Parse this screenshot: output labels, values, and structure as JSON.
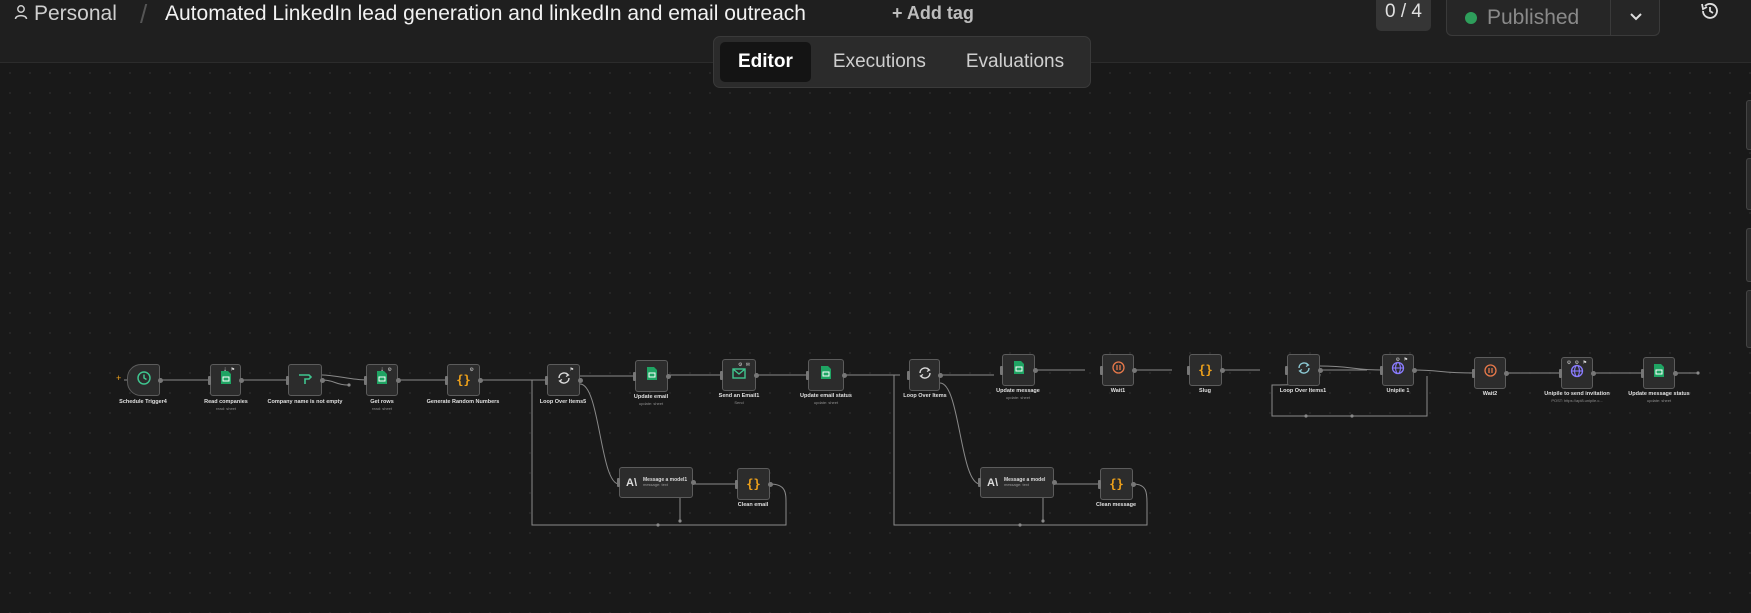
{
  "breadcrumb": {
    "project": "Personal",
    "separator": "/"
  },
  "workflow": {
    "title": "Automated LinkedIn lead generation and linkedIn and email outreach"
  },
  "header": {
    "add_tag": "+ Add tag",
    "counter": "0 / 4",
    "publish_label": "Published",
    "tabs": [
      {
        "label": "Editor",
        "active": true
      },
      {
        "label": "Executions",
        "active": false
      },
      {
        "label": "Evaluations",
        "active": false
      }
    ]
  },
  "colors": {
    "accent_green": "#2e9e5b",
    "sheets_green": "#1fa463",
    "code_orange": "#f0a21a",
    "wait_orange": "#e6784a",
    "http_purple": "#8a7cff",
    "trigger_teal": "#3fc58f"
  },
  "nodes": [
    {
      "id": "schedule",
      "name": "Schedule Trigger4",
      "subtitle": "",
      "icon": "clock-icon"
    },
    {
      "id": "read_companies",
      "name": "Read companies",
      "subtitle": "read: sheet",
      "icon": "sheets-icon"
    },
    {
      "id": "company_filter",
      "name": "Company name is not empty",
      "subtitle": "",
      "icon": "filter-icon"
    },
    {
      "id": "get_rows",
      "name": "Get rows",
      "subtitle": "read: sheet",
      "icon": "sheets-icon"
    },
    {
      "id": "gen_random",
      "name": "Generate Random Numbers",
      "subtitle": "",
      "icon": "code-icon"
    },
    {
      "id": "loop5",
      "name": "Loop Over Items5",
      "subtitle": "",
      "icon": "loop-icon"
    },
    {
      "id": "update_email",
      "name": "Update email",
      "subtitle": "update: sheet",
      "icon": "sheets-icon"
    },
    {
      "id": "send_email1",
      "name": "Send an Email1",
      "subtitle": "Send",
      "icon": "email-icon"
    },
    {
      "id": "update_email_status",
      "name": "Update email status",
      "subtitle": "update: sheet",
      "icon": "sheets-icon"
    },
    {
      "id": "loop_items",
      "name": "Loop Over Items",
      "subtitle": "",
      "icon": "loop-icon"
    },
    {
      "id": "update_message",
      "name": "Update message",
      "subtitle": "update: sheet",
      "icon": "sheets-icon"
    },
    {
      "id": "wait1",
      "name": "Wait1",
      "subtitle": "",
      "icon": "pause-icon"
    },
    {
      "id": "slug",
      "name": "Slug",
      "subtitle": "",
      "icon": "code-icon"
    },
    {
      "id": "loop1",
      "name": "Loop Over Items1",
      "subtitle": "",
      "icon": "loop-icon"
    },
    {
      "id": "unipile1",
      "name": "Unipile 1",
      "subtitle": "",
      "icon": "globe-icon"
    },
    {
      "id": "wait2",
      "name": "Wait2",
      "subtitle": "",
      "icon": "pause-icon"
    },
    {
      "id": "unipile_invite",
      "name": "Unipile to send invitation",
      "subtitle": "POST: https://api8.unipile.c...",
      "icon": "globe-icon"
    },
    {
      "id": "update_message_status",
      "name": "Update message status",
      "subtitle": "update: sheet",
      "icon": "sheets-icon"
    },
    {
      "id": "message_model1",
      "name": "Message a model1",
      "subtitle": "message: text",
      "icon": "anthropic-icon"
    },
    {
      "id": "clean_email",
      "name": "Clean email",
      "subtitle": "",
      "icon": "code-icon"
    },
    {
      "id": "message_model",
      "name": "Message a model",
      "subtitle": "message: text",
      "icon": "anthropic-icon"
    },
    {
      "id": "clean_message",
      "name": "Clean message",
      "subtitle": "",
      "icon": "code-icon"
    }
  ]
}
